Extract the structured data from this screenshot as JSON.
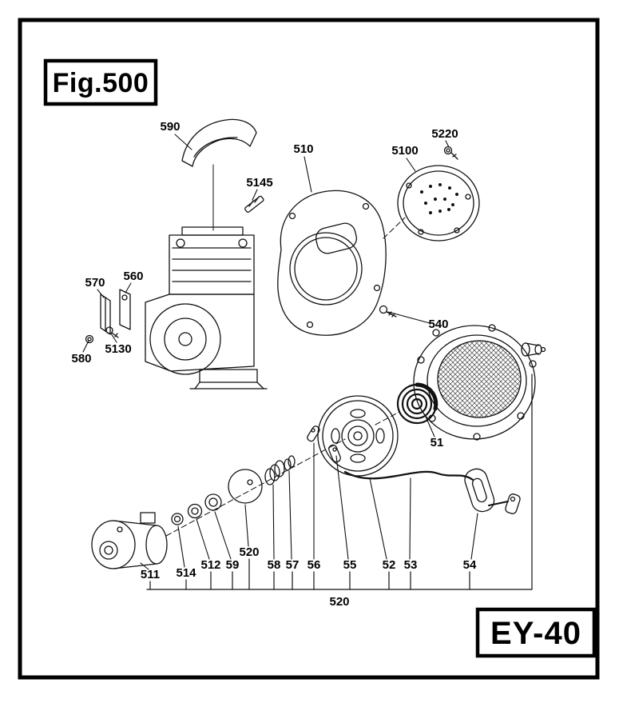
{
  "figure": {
    "label": "Fig.500"
  },
  "model": {
    "label": "EY-40"
  },
  "group_label": "520",
  "callouts": {
    "p590": "590",
    "p510": "510",
    "p5145": "5145",
    "p5220": "5220",
    "p5100": "5100",
    "p570": "570",
    "p560": "560",
    "p5130": "5130",
    "p580": "580",
    "p540": "540",
    "p51": "51",
    "p511": "511",
    "p514": "514",
    "p512": "512",
    "p59": "59",
    "p520": "520",
    "p58": "58",
    "p57": "57",
    "p56": "56",
    "p55": "55",
    "p52": "52",
    "p53": "53",
    "p54": "54"
  },
  "diagram": {
    "type": "exploded-parts-diagram",
    "line_color": "#111111",
    "background": "#ffffff"
  }
}
